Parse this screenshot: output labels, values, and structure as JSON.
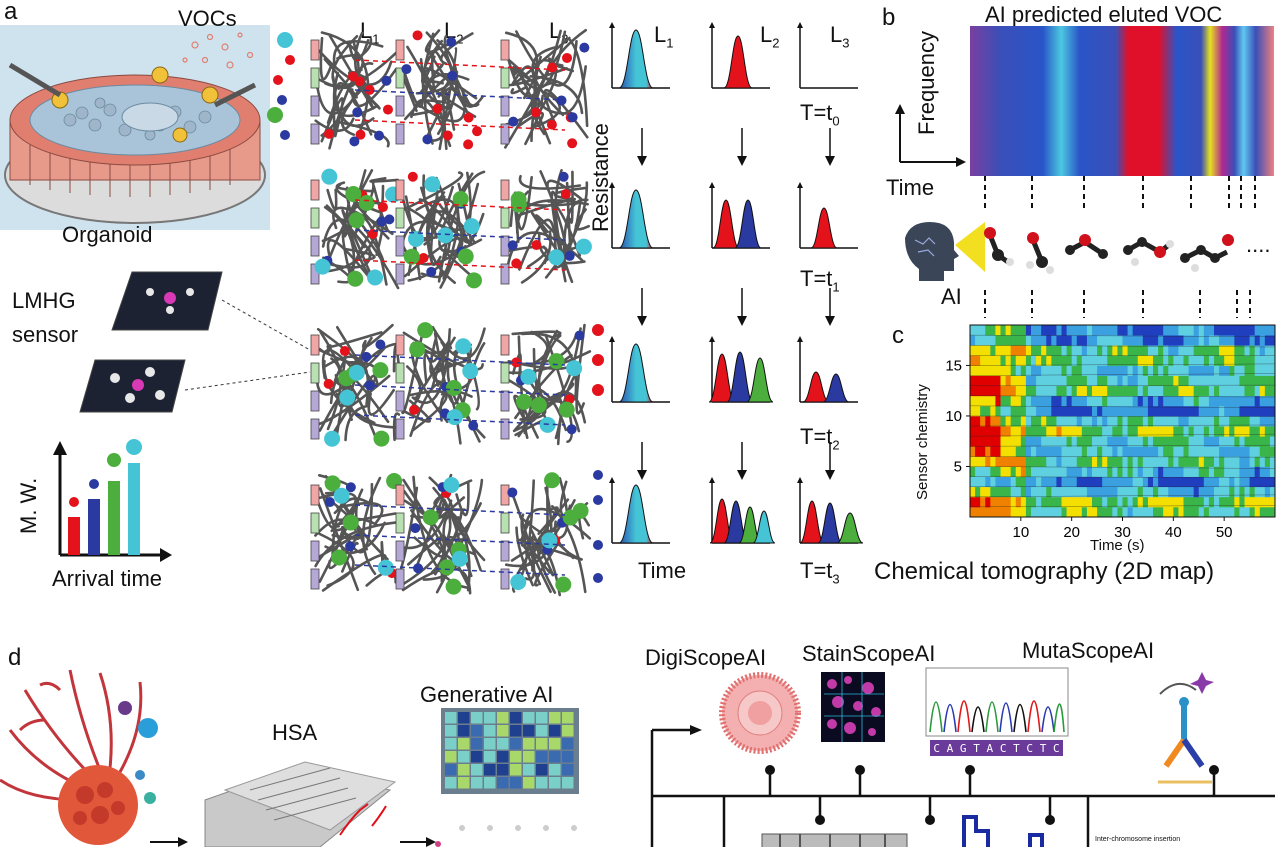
{
  "panel_labels": {
    "a": "a",
    "b": "b",
    "c": "c",
    "d": "d"
  },
  "panel_a": {
    "vocs_label": "VOCs",
    "organoid_label": "Organoid",
    "sensor_label_line1": "LMHG",
    "sensor_label_line2": "sensor",
    "mw_ylabel": "M. W.",
    "mw_xlabel": "Arrival time",
    "layer_labels": [
      {
        "base": "L",
        "sub": "1"
      },
      {
        "base": "L",
        "sub": "2"
      },
      {
        "base": "L",
        "sub": "3"
      }
    ],
    "resistance_label": "Resistance",
    "time_label": "Time",
    "time_points": [
      {
        "base": "T=t",
        "sub": "0"
      },
      {
        "base": "T=t",
        "sub": "1"
      },
      {
        "base": "T=t",
        "sub": "2"
      },
      {
        "base": "T=t",
        "sub": "3"
      }
    ]
  },
  "panel_b": {
    "title": "AI predicted eluted VOC",
    "ylabel": "Frequency",
    "xlabel": "Time",
    "ai_label": "AI",
    "ellipsis": "...."
  },
  "chart_data": {
    "type": "heatmap",
    "title": "Chemical tomography (2D map)",
    "xlabel": "Time (s)",
    "ylabel": "Sensor chemistry",
    "x_ticks": [
      10,
      20,
      30,
      40,
      50
    ],
    "y_ticks": [
      5,
      10,
      15
    ],
    "xlim": [
      0,
      60
    ],
    "ylim": [
      0,
      19
    ],
    "colormap": [
      "#1f3fbf",
      "#3aa0e0",
      "#5fd0e0",
      "#39b54a",
      "#f4e000",
      "#f08000",
      "#e00000"
    ]
  },
  "panel_d": {
    "hsa_label": "HSA",
    "gen_ai_label": "Generative AI",
    "digiscope_label": "DigiScopeAI",
    "stainscope_label": "StainScopeAI",
    "mutascope_label": "MutaScopeAI",
    "dna_sequence": [
      "C",
      "A",
      "G",
      "T",
      "A",
      "C",
      "T",
      "C",
      "T",
      "C"
    ],
    "insertion_label": "Inter-chromosome insertion"
  },
  "colors": {
    "red": "#e4131b",
    "blue": "#2b3aa0",
    "green": "#4cae3c",
    "cyan": "#45c4d6",
    "pink": "#f2a5a5",
    "lightgreen": "#b9e0b0",
    "lavender": "#b5a8d6"
  }
}
